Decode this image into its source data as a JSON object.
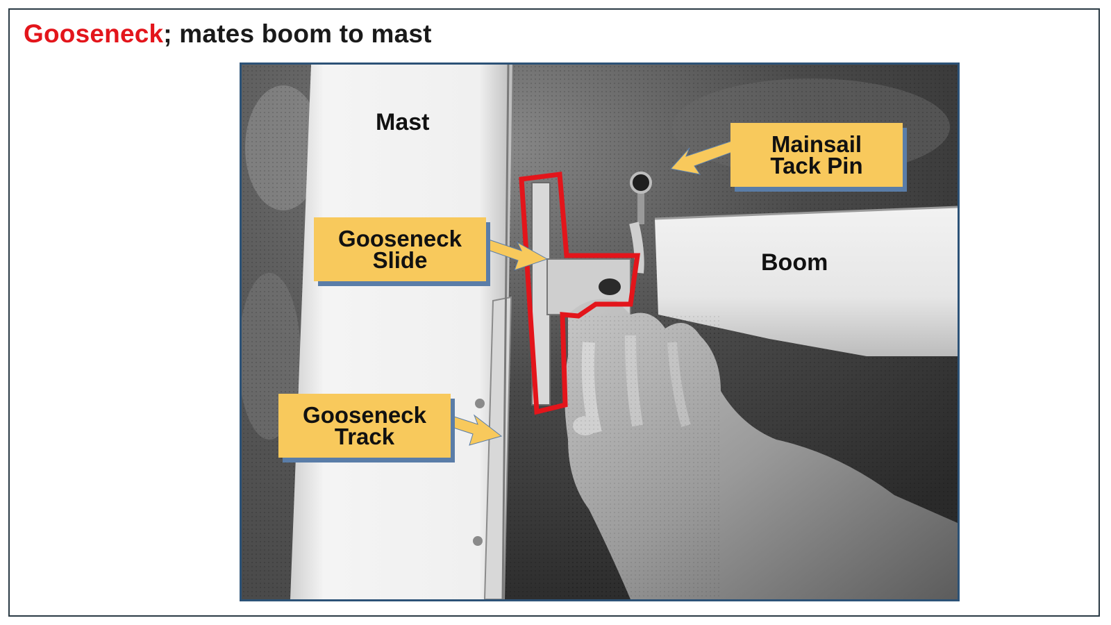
{
  "slide": {
    "title_accent": "Gooseneck",
    "title_rest": "; mates boom to mast"
  },
  "labels": {
    "mast": "Mast",
    "boom": "Boom",
    "mainsail_tack_pin": [
      "Mainsail",
      "Tack Pin"
    ],
    "gooseneck_slide": [
      "Gooseneck",
      "Slide"
    ],
    "gooseneck_track": [
      "Gooseneck",
      "Track"
    ]
  },
  "colors": {
    "title_accent": "#e3151b",
    "callout_fill": "#f8c95c",
    "callout_shadow": "#5a7da8",
    "highlight_outline": "#e3151b",
    "photo_border": "#2c5277"
  }
}
